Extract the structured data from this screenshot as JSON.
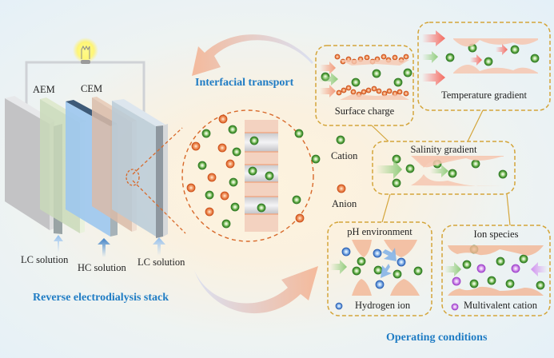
{
  "stack": {
    "title": "Reverse electrodialysis stack",
    "membranes": {
      "aem": "AEM",
      "cem": "CEM"
    },
    "inlets": {
      "lc_left": "LC solution",
      "hc": "HC solution",
      "lc_right": "LC solution"
    }
  },
  "interface": {
    "title": "Interfacial transport",
    "legend": {
      "cation": "Cation",
      "anion": "Anion"
    }
  },
  "conditions": {
    "title": "Operating conditions",
    "boxes": {
      "surface_charge": "Surface charge",
      "temperature_gradient": "Temperature gradient",
      "salinity_gradient": "Salinity gradient",
      "ph_environment": "pH environment",
      "ion_species": "Ion species"
    },
    "legends": {
      "hydrogen_ion": "Hydrogen ion",
      "multivalent_cation": "Multivalent cation"
    }
  },
  "colors": {
    "title_blue": "#1f7cc4",
    "cation_green": "#3f8f2f",
    "anion_orange": "#e06a2a",
    "hydrogen_blue": "#2f73c9",
    "multivalent_purple": "#b15ad6",
    "box_border": "#d4a53a",
    "membrane_wall": "#f2b899"
  }
}
